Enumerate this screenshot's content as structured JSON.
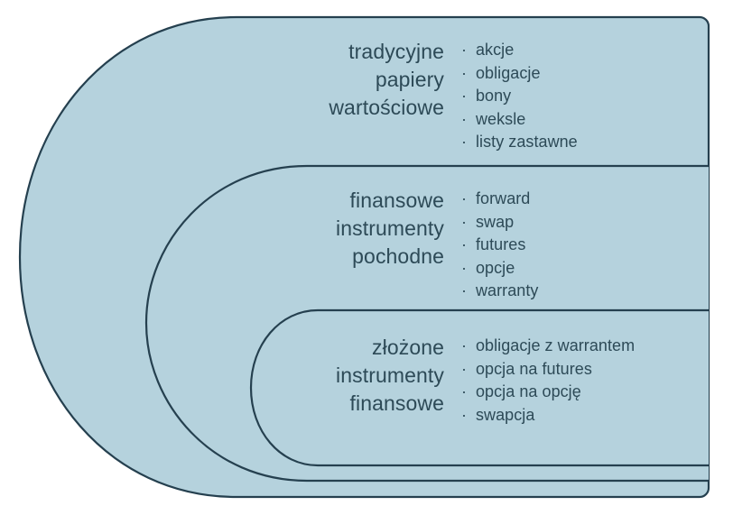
{
  "diagram": {
    "title_present": false,
    "colors": {
      "fill": "#b5d2dd",
      "stroke": "#25404f",
      "text": "#2d4a57",
      "background": "#ffffff"
    },
    "bullet_glyph": "·",
    "layers": [
      {
        "id": "traditional-securities",
        "label": "tradycyjne\npapiery\nwartościowe",
        "items": [
          "akcje",
          "obligacje",
          "bony",
          "weksle",
          "listy zastawne"
        ]
      },
      {
        "id": "financial-derivatives",
        "label": "finansowe\ninstrumenty\npochodne",
        "items": [
          "forward",
          "swap",
          "futures",
          "opcje",
          "warranty"
        ]
      },
      {
        "id": "compound-financial-instruments",
        "label": "złożone\ninstrumenty\nfinansowe",
        "items": [
          "obligacje z warrantem",
          "opcja na futures",
          "opcja na opcję",
          "swapcja"
        ]
      }
    ]
  }
}
